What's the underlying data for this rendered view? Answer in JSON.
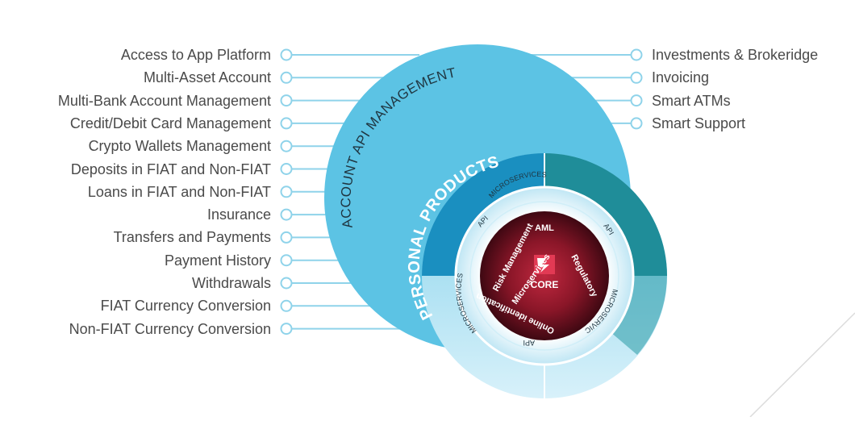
{
  "left_features": [
    "Access to App Platform",
    "Multi-Asset Account",
    "Multi-Bank Account Management",
    "Credit/Debit Card Management",
    "Crypto Wallets Management",
    "Deposits in FIAT and Non-FIAT",
    "Loans in FIAT and Non-FIAT",
    "Insurance",
    "Transfers and Payments",
    "Payment History",
    "Withdrawals",
    "FIAT Currency Conversion",
    "Non-FIAT Currency Conversion"
  ],
  "right_features": [
    "Investments & Brokeridge",
    "Invoicing",
    "Smart ATMs",
    "Smart Support"
  ],
  "rings": {
    "outer_label": "ACCOUNT API MANAGEMENT",
    "products_label": "PERSONAL PRODUCTS",
    "microservices_label": "MICROSERVICES",
    "api_label": "API",
    "core_items": [
      "AML",
      "Regulatory",
      "Online identification",
      "Risk Management",
      "Microservices"
    ],
    "core_label": "CORE"
  },
  "colors": {
    "outer_circle": "#5cc3e4",
    "products_ring": "#1a8fc0",
    "products_ring_teal": "#1f8d99",
    "connector": "#8fd3ea",
    "core_dark": "#5a0d1d",
    "core_red": "#c0283f"
  }
}
